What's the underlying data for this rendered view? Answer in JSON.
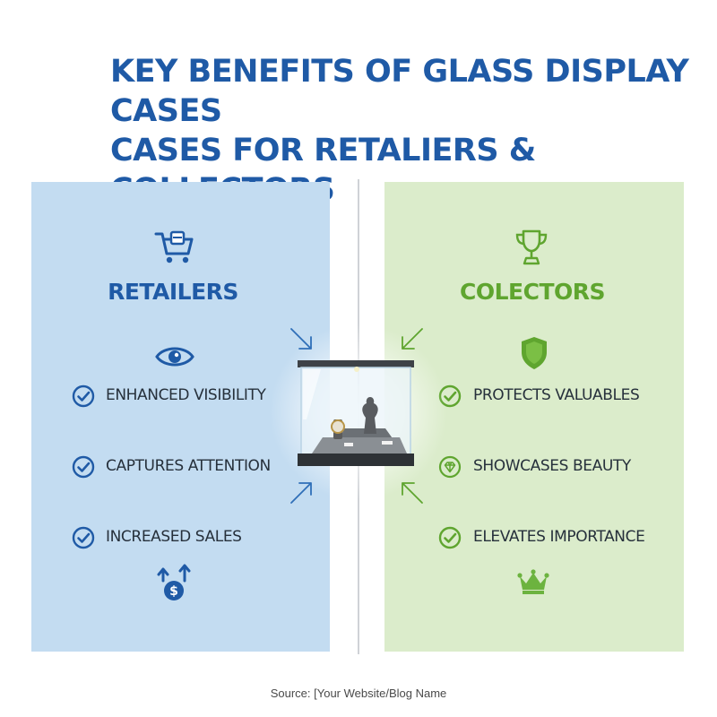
{
  "title": {
    "line1": "KEY BENEFITS OF GLASS DISPLAY CASES",
    "line2": "CASES FOR RETALIERS & COLLECTORS"
  },
  "retailers": {
    "heading": "RETAILERS",
    "items": [
      "ENHANCED VISIBILITY",
      "CAPTURES ATTENTION",
      "INCREASED SALES"
    ],
    "accent": "#1f5aa6",
    "panel_color": "#c3dcf1"
  },
  "collectors": {
    "heading": "COLECTORS",
    "items": [
      "PROTECTS VALUABLES",
      "SHOWCASES BEAUTY",
      "ELEVATES IMPORTANCE"
    ],
    "accent": "#5fa52f",
    "panel_color": "#dbeccb"
  },
  "icons": {
    "retailers_top": "shopping-cart-icon",
    "retailers_eye": "eye-icon",
    "retailers_bottom": "dollar-growth-icon",
    "collectors_top": "trophy-icon",
    "collectors_shield": "shield-icon",
    "collectors_bottom": "crown-icon",
    "center": "glass-display-case-icon"
  },
  "source": "Source: [Your Website/Blog Name"
}
